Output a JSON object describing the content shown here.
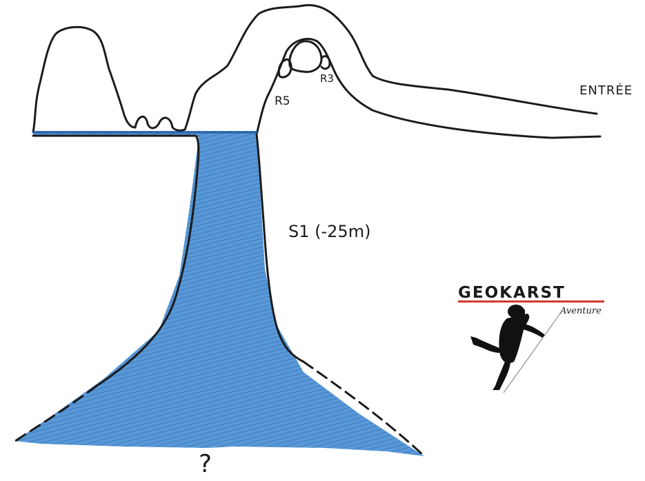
{
  "labels": {
    "entrance": "ENTRÉE",
    "r3": "R3",
    "r5": "R5",
    "sump": "S1 (-25m)",
    "unknown": "?"
  },
  "logo": {
    "name": "GEOKARST",
    "tagline": "Aventure"
  },
  "colors": {
    "water": "#3b86cf",
    "water_light": "#6aa5dc",
    "ink": "#1b1b1b",
    "logo_red": "#d23a2a"
  }
}
